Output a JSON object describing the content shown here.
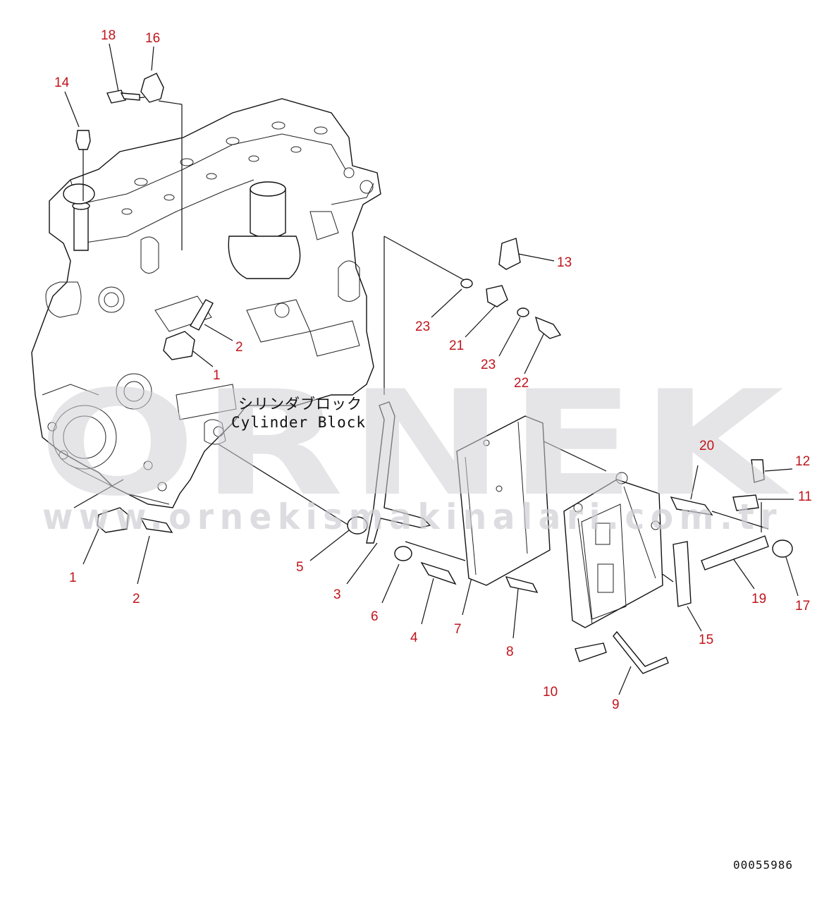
{
  "watermark": {
    "brand": "ORNEK",
    "url": "www.ornekismakinalari.com.tr"
  },
  "block_label": {
    "japanese": "シリンダブロック",
    "english": "Cylinder Block"
  },
  "reference_code": "00055986",
  "callouts": [
    {
      "id": "c18",
      "text": "18"
    },
    {
      "id": "c16",
      "text": "16"
    },
    {
      "id": "c14",
      "text": "14"
    },
    {
      "id": "c13",
      "text": "13"
    },
    {
      "id": "c23a",
      "text": "23"
    },
    {
      "id": "c21",
      "text": "21"
    },
    {
      "id": "c23b",
      "text": "23"
    },
    {
      "id": "c22",
      "text": "22"
    },
    {
      "id": "c2a",
      "text": "2"
    },
    {
      "id": "c1a",
      "text": "1"
    },
    {
      "id": "c20",
      "text": "20"
    },
    {
      "id": "c12",
      "text": "12"
    },
    {
      "id": "c11",
      "text": "11"
    },
    {
      "id": "c5",
      "text": "5"
    },
    {
      "id": "c1b",
      "text": "1"
    },
    {
      "id": "c2b",
      "text": "2"
    },
    {
      "id": "c3",
      "text": "3"
    },
    {
      "id": "c6",
      "text": "6"
    },
    {
      "id": "c4",
      "text": "4"
    },
    {
      "id": "c7",
      "text": "7"
    },
    {
      "id": "c8",
      "text": "8"
    },
    {
      "id": "c19",
      "text": "19"
    },
    {
      "id": "c17",
      "text": "17"
    },
    {
      "id": "c15",
      "text": "15"
    },
    {
      "id": "c10",
      "text": "10"
    },
    {
      "id": "c9",
      "text": "9"
    }
  ]
}
